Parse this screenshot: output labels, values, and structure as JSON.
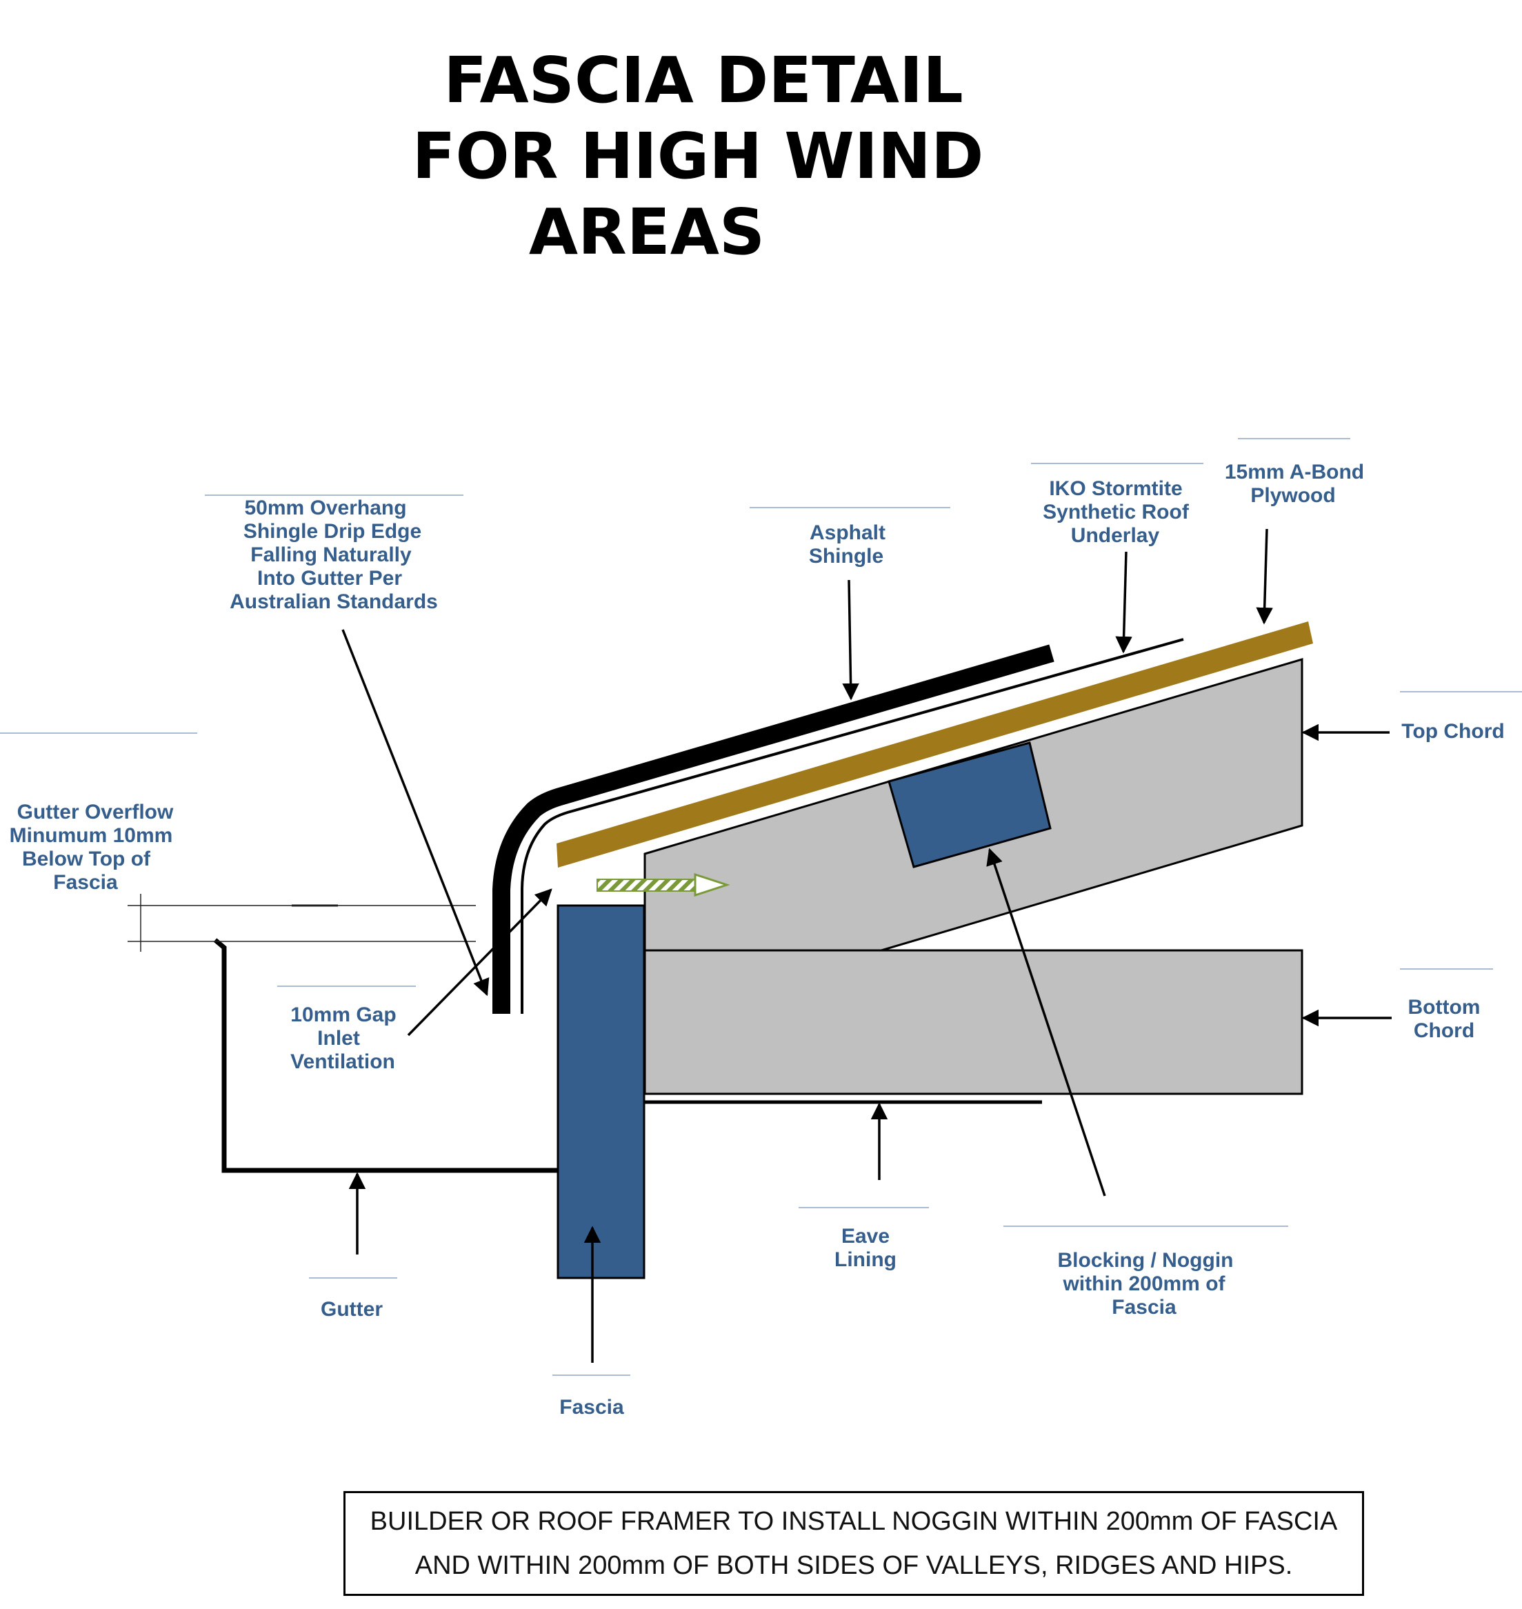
{
  "title": {
    "lines": [
      "FASCIA DETAIL",
      "FOR HIGH WIND",
      "AREAS"
    ]
  },
  "labels": {
    "overhang": [
      "50mm Overhang",
      "Shingle Drip Edge",
      "Falling Naturally",
      "Into Gutter Per",
      "Australian Standards"
    ],
    "asphalt_shingle": [
      "Asphalt",
      "Shingle"
    ],
    "underlay": [
      "IKO Stormtite",
      "Synthetic Roof",
      "Underlay"
    ],
    "plywood": [
      "15mm A-Bond",
      "Plywood"
    ],
    "top_chord": [
      "Top Chord"
    ],
    "bottom_chord": [
      "Bottom",
      "Chord"
    ],
    "gutter_overflow": [
      "Gutter Overflow",
      "Minumum 10mm",
      "Below Top of",
      "Fascia"
    ],
    "gap": [
      "10mm Gap",
      "Inlet",
      "Ventilation"
    ],
    "gutter": [
      "Gutter"
    ],
    "fascia": [
      "Fascia"
    ],
    "eave_lining": [
      "Eave",
      "Lining"
    ],
    "blocking": [
      "Blocking / Noggin",
      "within 200mm of",
      "Fascia"
    ]
  },
  "note": {
    "line1": "BUILDER OR ROOF FRAMER TO INSTALL NOGGIN WITHIN 200mm OF FASCIA",
    "line2": "AND WITHIN 200mm OF BOTH SIDES OF VALLEYS, RIDGES AND HIPS."
  },
  "colors": {
    "label_text": "#355e8c",
    "fascia_fill": "#355e8c",
    "timber_fill": "#c0c0c0",
    "plywood_fill": "#a07a1a",
    "airflow_arrow": "#7a9a3a"
  }
}
